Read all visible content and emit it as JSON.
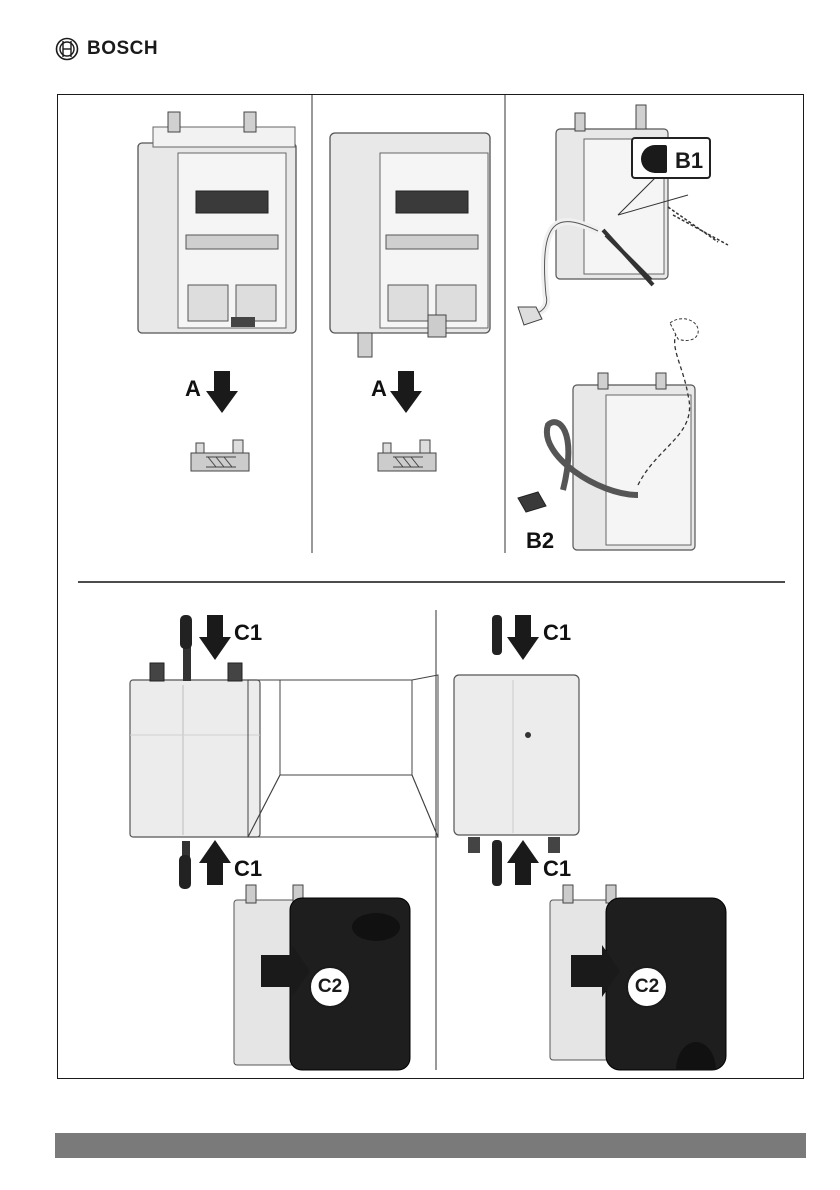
{
  "brand": {
    "name": "BOSCH",
    "logo_icon": "bosch-armature-icon"
  },
  "steps": {
    "a_label": "A",
    "b1_label": "B1",
    "b2_label": "B2",
    "c1_label": "C1",
    "c2_label": "C2"
  },
  "colors": {
    "text": "#1a1a1a",
    "frame": "#1a1a1a",
    "cover_dark": "#1e1e1e",
    "footer_bar": "#7a7a7a",
    "device_light": "#ececec"
  }
}
